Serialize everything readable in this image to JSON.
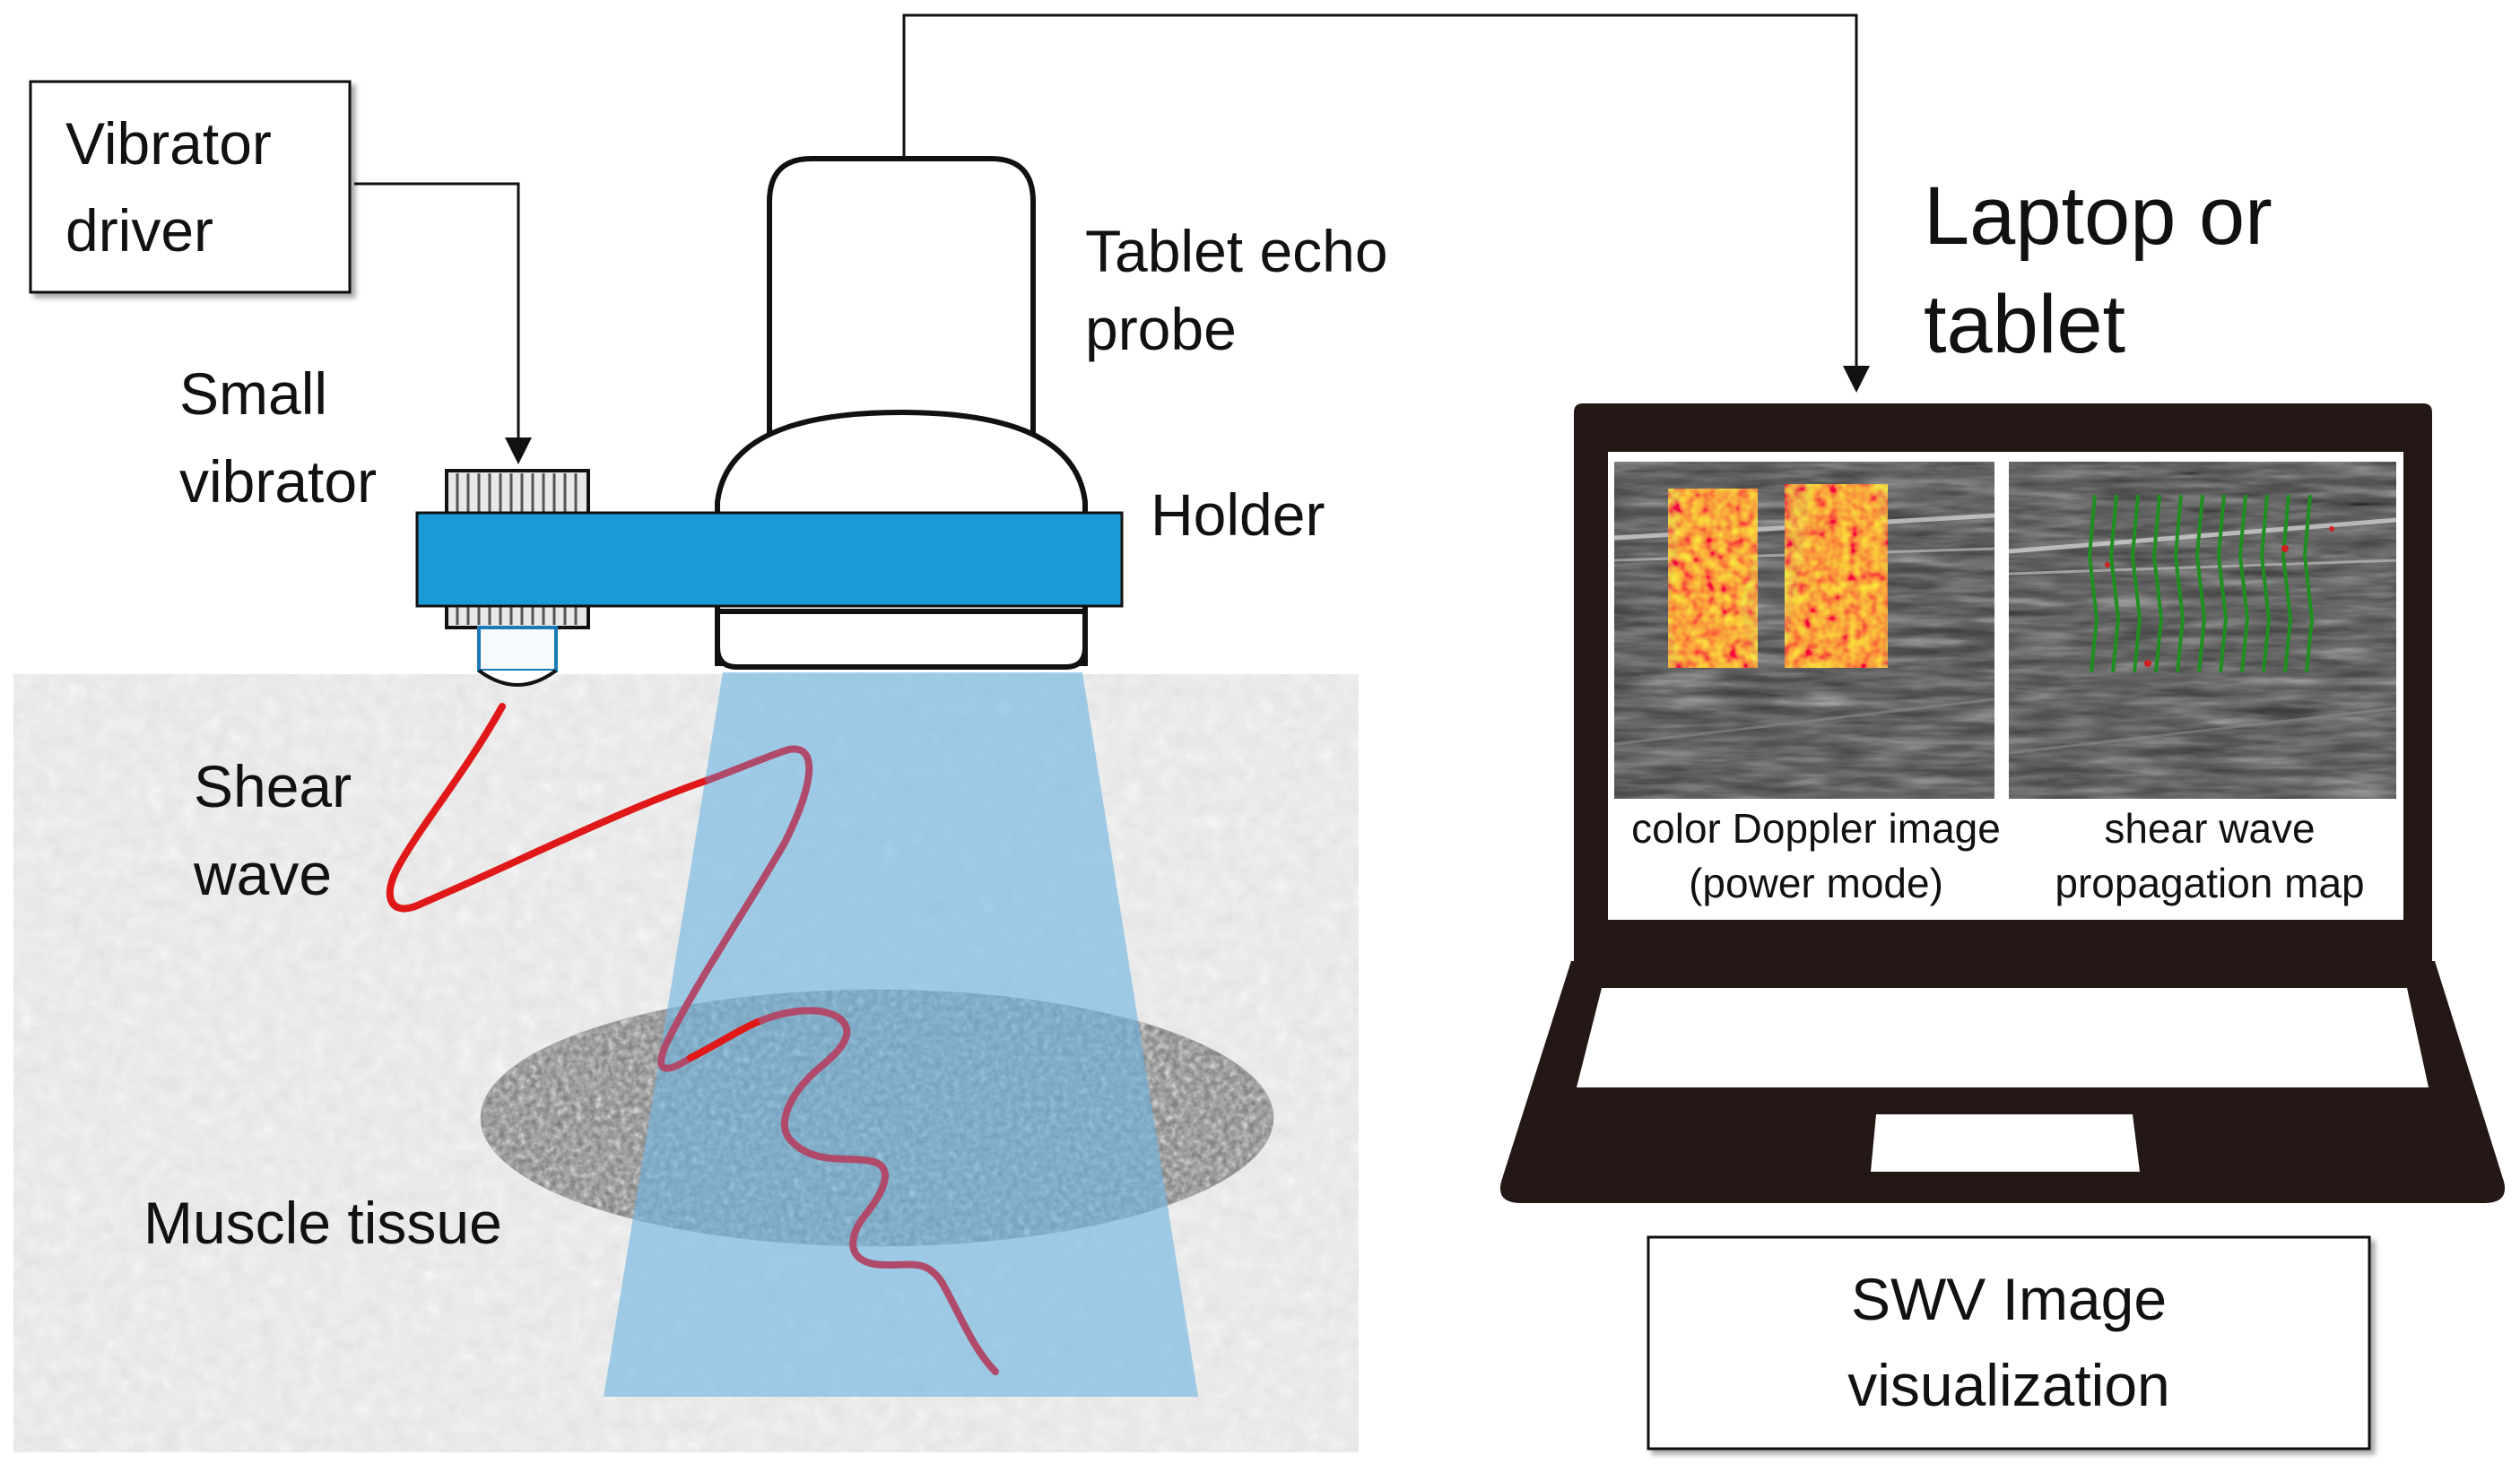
{
  "labels": {
    "vibrator_driver": [
      "Vibrator",
      "driver"
    ],
    "small_vibrator": [
      "Small",
      "vibrator"
    ],
    "tablet_echo_probe": [
      "Tablet echo",
      "probe"
    ],
    "holder": "Holder",
    "laptop_or_tablet": [
      "Laptop or",
      "tablet"
    ],
    "shear_wave": [
      "Shear",
      "wave"
    ],
    "muscle_tissue": "Muscle tissue",
    "swv_image": [
      "SWV Image",
      "visualization"
    ],
    "doppler_caption": [
      "color Doppler image",
      "(power mode)"
    ],
    "propagation_caption": [
      "shear wave",
      "propagation map"
    ]
  },
  "colors": {
    "holder_blue": "#1a9ad6",
    "beam_blue": "#8ec5e8",
    "shear_wave_red": "#e01818",
    "shear_wave_in_beam": "#b04a6a",
    "laptop_body": "#231815",
    "tissue_bg": "#e6e6e6",
    "wavefront_green": "#1f8f1f",
    "doppler_yellow": "#ffe63a",
    "doppler_red": "#c8201a"
  },
  "icons": {
    "vibrator": "striped-block-icon",
    "probe": "ultrasound-probe-icon",
    "laptop": "laptop-icon"
  }
}
